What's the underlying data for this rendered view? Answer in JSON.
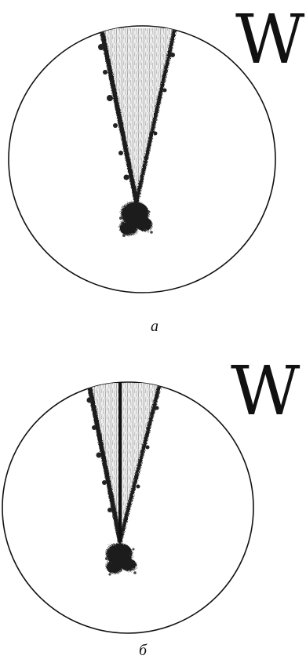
{
  "figure": {
    "panels": [
      {
        "mark": "W",
        "caption": "а"
      },
      {
        "mark": "W",
        "caption": "б"
      }
    ]
  }
}
